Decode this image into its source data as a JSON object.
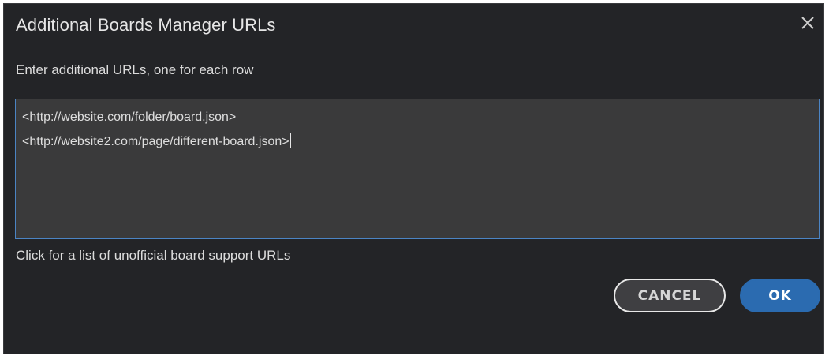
{
  "dialog": {
    "title": "Additional Boards Manager URLs",
    "close_icon": "close-icon",
    "instructions": "Enter additional URLs, one for each row",
    "url_lines": [
      "<http://website.com/folder/board.json>",
      "<http://website2.com/page/different-board.json>"
    ],
    "unofficial_link": "Click for a list of unofficial board support URLs",
    "cancel_label": "CANCEL",
    "ok_label": "OK"
  },
  "colors": {
    "background": "#232427",
    "input_background": "#3a3a3b",
    "input_border": "#4b84c4",
    "primary_button": "#2b6bb0"
  }
}
